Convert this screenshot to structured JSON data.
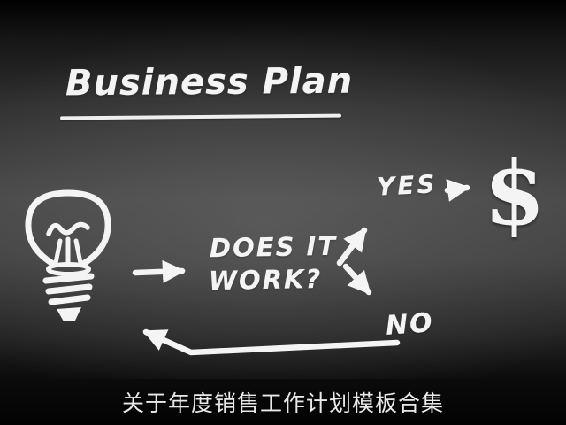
{
  "slide": {
    "title": "Business Plan",
    "caption": "关于年度销售工作计划模板合集"
  },
  "diagram": {
    "idea_icon": "lightbulb-icon",
    "question_lines": [
      "DOES IT",
      "WORK?"
    ],
    "yes_label": "YES",
    "no_label": "NO",
    "money_symbol": "$",
    "flow": [
      "lightbulb -> does-it-work",
      "does-it-work -> yes -> dollar",
      "does-it-work -> no -> lightbulb"
    ]
  },
  "colors": {
    "chalk": "#f4f4f4",
    "board_center": "#565656",
    "board_edge": "#111111",
    "frame": "#000000"
  }
}
